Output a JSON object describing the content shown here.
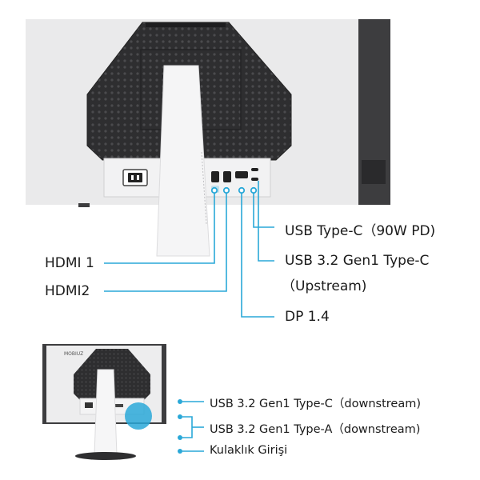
{
  "colors": {
    "accent": "#2aa8d8",
    "monitor_white": "#e9e9ea",
    "monitor_dark": "#3a3a3c",
    "text": "#1a1a1a"
  },
  "top_ports": {
    "hdmi1": "HDMI 1",
    "hdmi2": "HDMI2",
    "dp": "DP 1.4",
    "usbc_pd": "USB Type-C（90W PD)",
    "usb_up_line1": "USB 3.2 Gen1 Type-C",
    "usb_up_line2": "（Upstream)"
  },
  "bottom_ports": {
    "usbc_down": "USB 3.2 Gen1 Type-C（downstream)",
    "usba_down": "USB 3.2 Gen1 Type-A（downstream)",
    "headphone": "Kulaklık Girişi"
  },
  "icons": [
    "power-socket-icon",
    "hdmi-port-icon",
    "displayport-icon",
    "usb-c-port-icon",
    "headphone-jack-icon"
  ]
}
